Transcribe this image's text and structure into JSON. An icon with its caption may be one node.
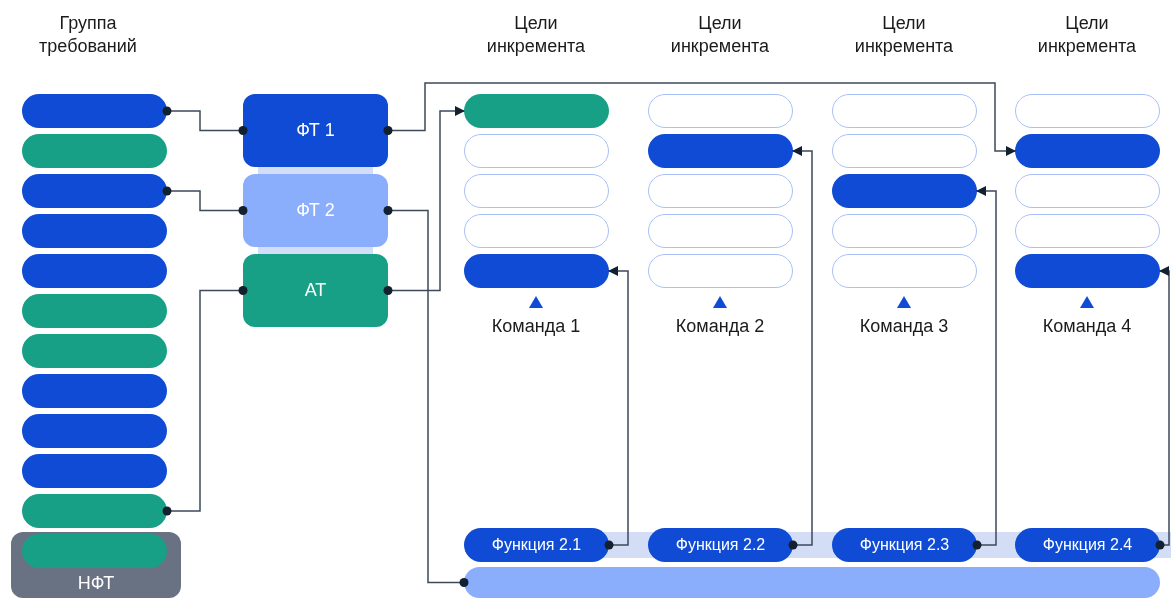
{
  "diagram": {
    "nodes": [
      {
        "text": [],
        "shape": "bar"
      },
      {
        "text": [],
        "shape": "bar"
      },
      {
        "text": [],
        "shape": "bar"
      },
      {
        "text": [],
        "shape": "bar"
      },
      {
        "text": [],
        "shape": "bar"
      },
      {
        "text": [],
        "shape": "bar"
      },
      {
        "text": [],
        "shape": "bar"
      },
      {
        "text": [],
        "shape": "bar"
      },
      {
        "text": [],
        "shape": "bar"
      },
      {
        "text": [],
        "shape": "bar"
      },
      {
        "text": [],
        "shape": "bar"
      },
      {
        "text": [
          "НФТ"
        ]
      },
      {
        "text": [],
        "shape": "bar",
        "in": 11
      },
      {
        "text": [
          "ФТ 1"
        ]
      },
      {
        "text": [
          "ФТ 2"
        ]
      },
      {
        "text": [
          "АТ"
        ]
      },
      {
        "text": [],
        "shape": "bar"
      },
      {
        "text": [],
        "shape": "bar"
      },
      {
        "text": [],
        "shape": "bar"
      },
      {
        "text": [],
        "shape": "bar"
      },
      {
        "text": [],
        "shape": "bar"
      },
      {
        "text": [],
        "shape": "bar"
      },
      {
        "text": [],
        "shape": "bar"
      },
      {
        "text": [],
        "shape": "bar"
      },
      {
        "text": [],
        "shape": "bar"
      },
      {
        "text": [],
        "shape": "bar"
      },
      {
        "text": [],
        "shape": "bar"
      },
      {
        "text": [],
        "shape": "bar"
      },
      {
        "text": [],
        "shape": "bar"
      },
      {
        "text": [],
        "shape": "bar"
      },
      {
        "text": [],
        "shape": "bar"
      },
      {
        "text": [],
        "shape": "bar"
      },
      {
        "text": [],
        "shape": "bar"
      },
      {
        "text": [],
        "shape": "bar"
      },
      {
        "text": [],
        "shape": "bar"
      },
      {
        "text": [],
        "shape": "bar"
      },
      {
        "text": [
          "Функция 2.1"
        ]
      },
      {
        "text": [
          "Функция 2.2"
        ]
      },
      {
        "text": [
          "Функция 2.3"
        ]
      },
      {
        "text": [
          "Функция 2.4"
        ]
      },
      {
        "text": [],
        "shape": "bar"
      }
    ],
    "edges": [
      {
        "from": 0,
        "to": 13,
        "arrow": "other"
      },
      {
        "from": 2,
        "to": 14,
        "arrow": "other"
      },
      {
        "from": 10,
        "to": 15,
        "arrow": "other"
      },
      {
        "from": 13,
        "to": 32,
        "arrow": "to"
      },
      {
        "from": 14,
        "to": 40,
        "arrow": "other"
      },
      {
        "from": 15,
        "to": 16,
        "arrow": "to"
      },
      {
        "from": 36,
        "to": 20,
        "arrow": "to"
      },
      {
        "from": 37,
        "to": 22,
        "arrow": "to"
      },
      {
        "from": 38,
        "to": 28,
        "arrow": "to"
      },
      {
        "from": 39,
        "to": 35,
        "arrow": "to"
      }
    ],
    "labels": [
      "Группа требований",
      "Цели инкремента",
      "Цели инкремента",
      "Цели инкремента",
      "Цели инкремента",
      "Команда 1",
      "Команда 2",
      "Команда 3",
      "Команда 4"
    ]
  }
}
